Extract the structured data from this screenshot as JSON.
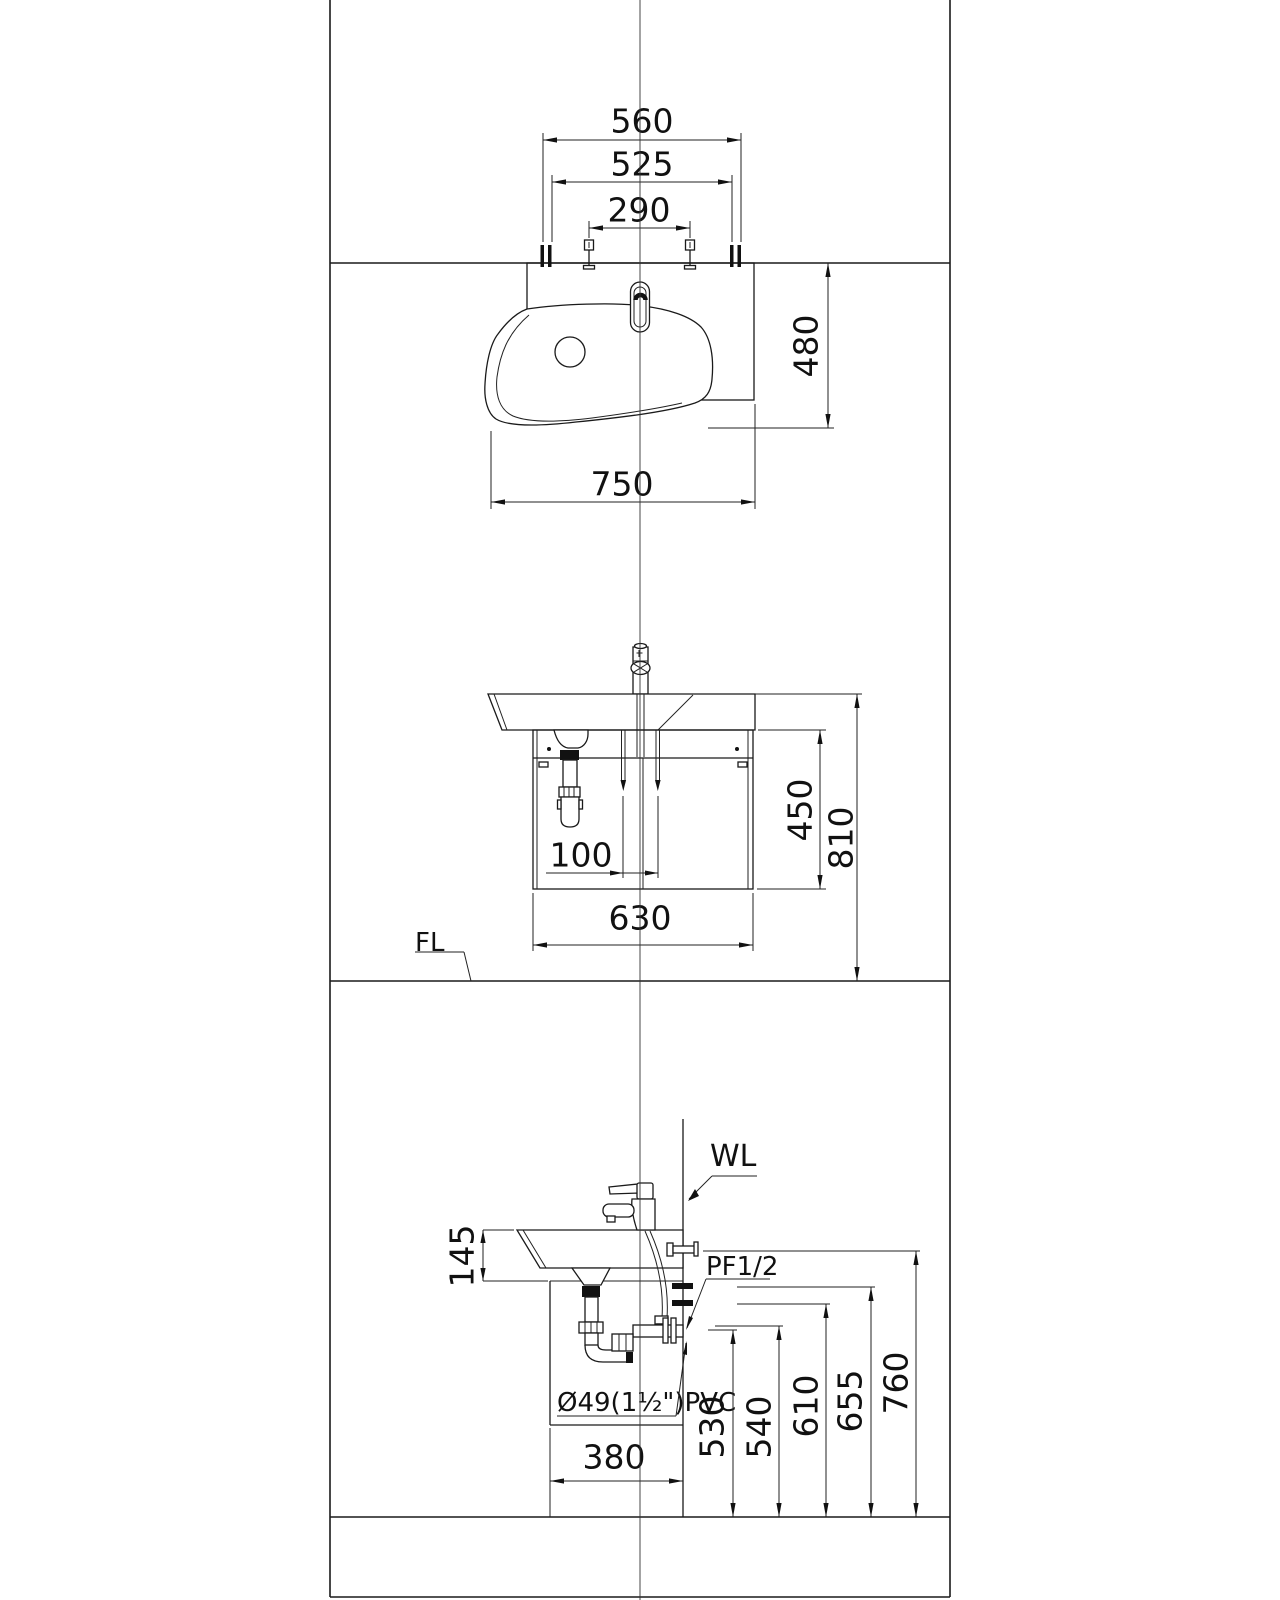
{
  "top_view": {
    "dims": {
      "anchor_outer_width": "560",
      "anchor_inner_width": "525",
      "faucet_hole_spacing": "290",
      "total_depth": "480",
      "total_width": "750"
    }
  },
  "front_view": {
    "dims": {
      "cabinet_height": "450",
      "rim_height": "810",
      "supply_spacing": "100",
      "cabinet_width": "630"
    },
    "floor_line_label": "FL"
  },
  "side_view": {
    "dims": {
      "basin_apron_height": "145",
      "drain_outlet_height": "530",
      "supply_connect_height": "540",
      "lower_anchor_height": "610",
      "upper_anchor_height": "655",
      "stop_valve_height": "760",
      "cabinet_depth": "380"
    },
    "wall_line_label": "WL",
    "supply_thread_spec": "PF1/2",
    "drain_pipe_spec": "Ø49(1½\")PVC"
  }
}
